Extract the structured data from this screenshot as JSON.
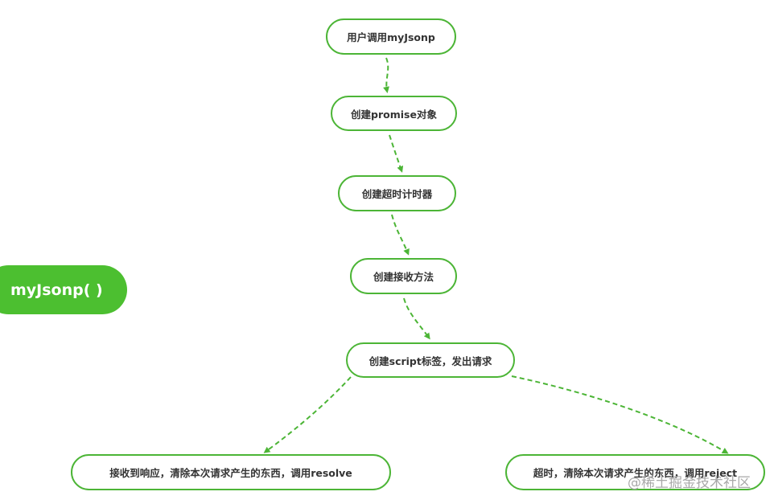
{
  "root": {
    "label": "myJsonp( )"
  },
  "nodes": {
    "call": "用户调用myJsonp",
    "promise": "创建promise对象",
    "timer": "创建超时计时器",
    "receiver": "创建接收方法",
    "script": "创建script标签，发出请求",
    "resolve": "接收到响应，清除本次请求产生的东西，调用resolve",
    "reject": "超时，清除本次请求产生的东西，调用reject"
  },
  "watermark": "@稀土掘金技术社区",
  "colors": {
    "accent": "#4cb536",
    "root_fill": "#4cbf30",
    "text": "#333333"
  }
}
